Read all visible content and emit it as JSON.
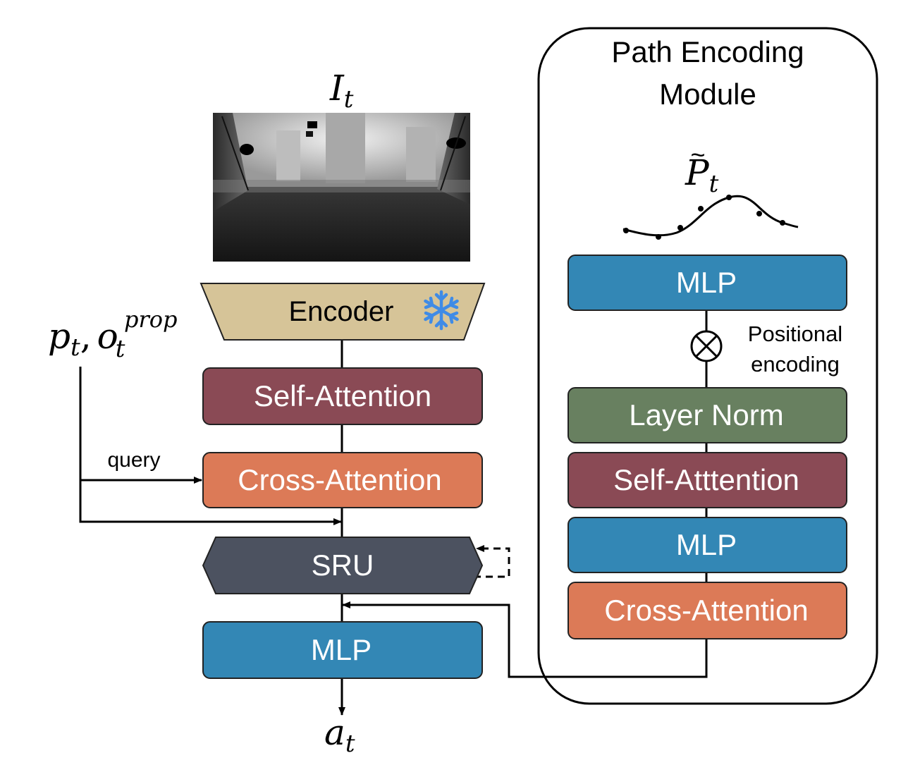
{
  "colors": {
    "encoder": "#d6c498",
    "self_attention": "#8a4a55",
    "cross_attention": "#dc7a57",
    "sru": "#4c5260",
    "mlp": "#3387b5",
    "layer_norm": "#688060",
    "snowflake": "#3f8be6",
    "line": "#000000"
  },
  "icons": {
    "frozen": "snowflake-icon",
    "positional_op": "circled-times-icon"
  },
  "image_input": {
    "symbol": "I",
    "subscript": "t"
  },
  "state_input": {
    "p": "p",
    "p_sub": "t",
    "sep": ",",
    "o": "o",
    "o_sub": "t",
    "o_sup": "prop"
  },
  "output": {
    "symbol": "a",
    "subscript": "t"
  },
  "main_stack": {
    "encoder": "Encoder",
    "self_attention": "Self-Attention",
    "cross_attention": "Cross-Attention",
    "query_label": "query",
    "sru": "SRU",
    "mlp": "MLP"
  },
  "path_module": {
    "title_line1": "Path Encoding",
    "title_line2": "Module",
    "path_symbol": "P",
    "path_tilde": "~",
    "path_sub": "t",
    "mlp_top": "MLP",
    "positional_line1": "Positional",
    "positional_line2": "encoding",
    "layer_norm": "Layer Norm",
    "self_attention": "Self-Atttention",
    "mlp_mid": "MLP",
    "cross_attention": "Cross-Attention"
  }
}
